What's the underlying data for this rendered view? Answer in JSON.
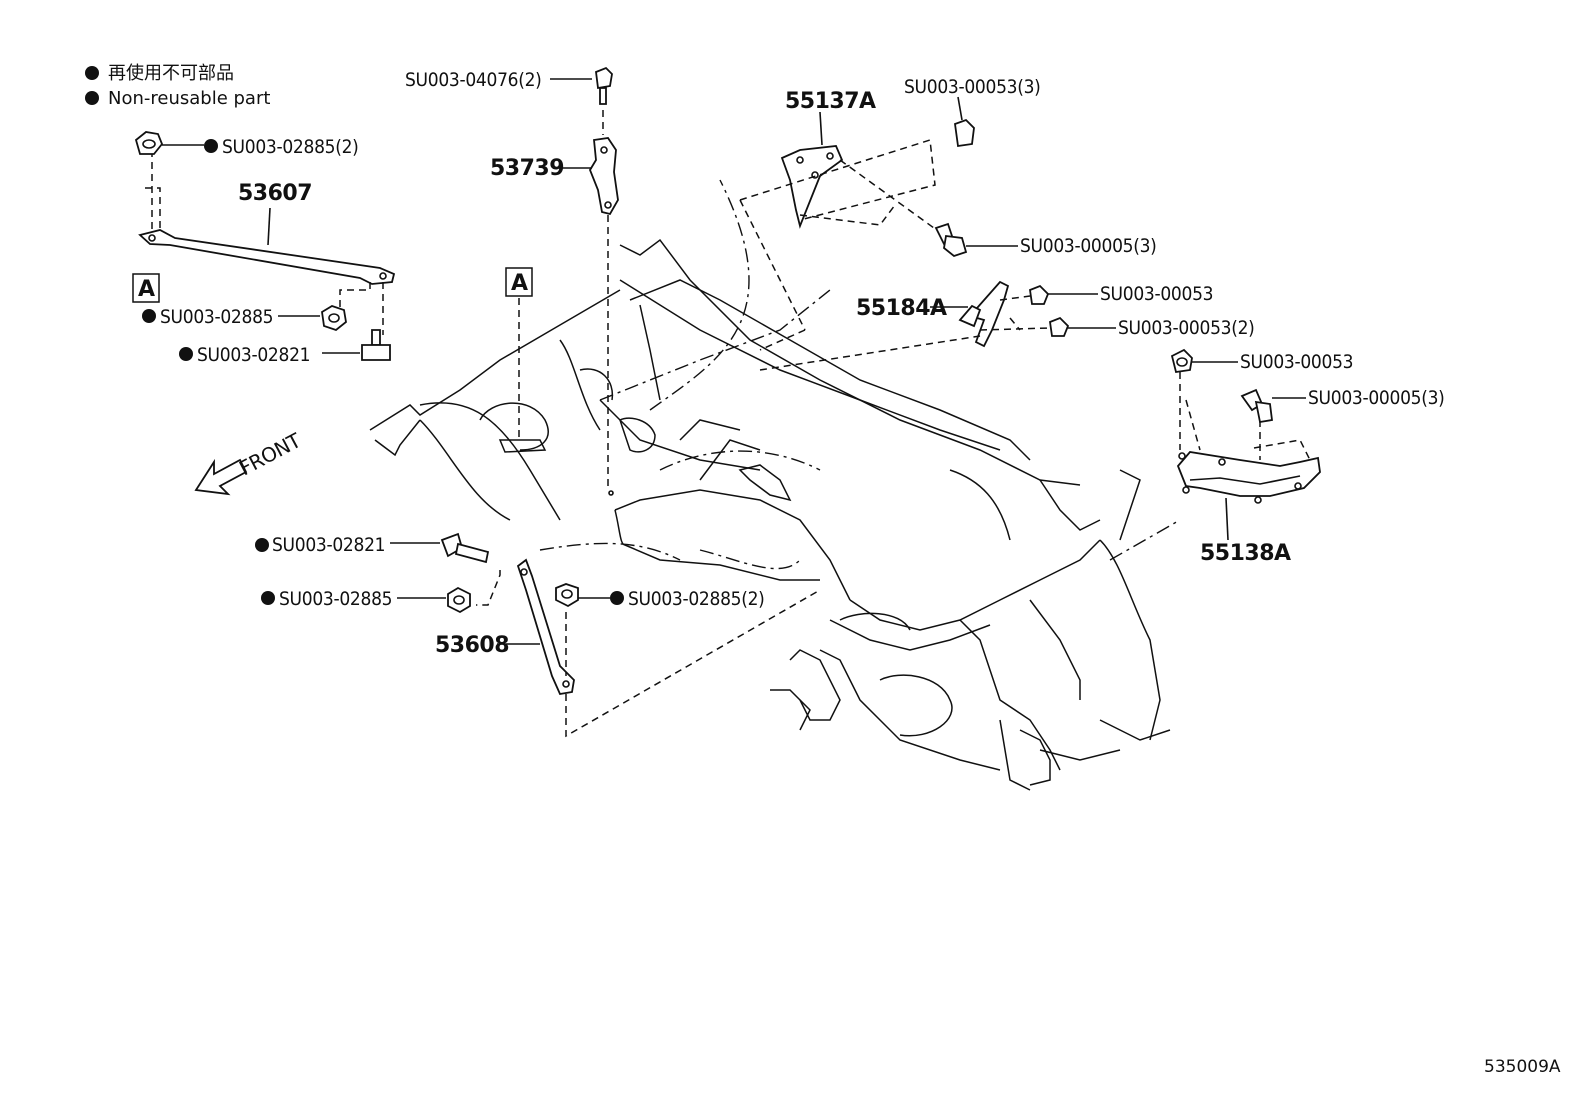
{
  "legend": {
    "bullet_jp": "再使用不可部品",
    "bullet_en": "Non-reusable part"
  },
  "box_label": "A",
  "front_label": "FRONT",
  "figure_code": "535009A",
  "callouts": {
    "c1": "SU003-04076(2)",
    "c2": "53739",
    "c3": "55137A",
    "c4": "SU003-00053(3)",
    "c5": "SU003-00005(3)",
    "c6": "SU003-02885(2)",
    "c7": "53607",
    "c8": "SU003-02885",
    "c9": "SU003-02821",
    "c10": "55184A",
    "c11": "SU003-00053",
    "c12": "SU003-00053(2)",
    "c13": "SU003-00053",
    "c14": "SU003-00005(3)",
    "c15": "55138A",
    "c16": "SU003-02821",
    "c17": "SU003-02885",
    "c18": "SU003-02885(2)",
    "c19": "53608"
  }
}
